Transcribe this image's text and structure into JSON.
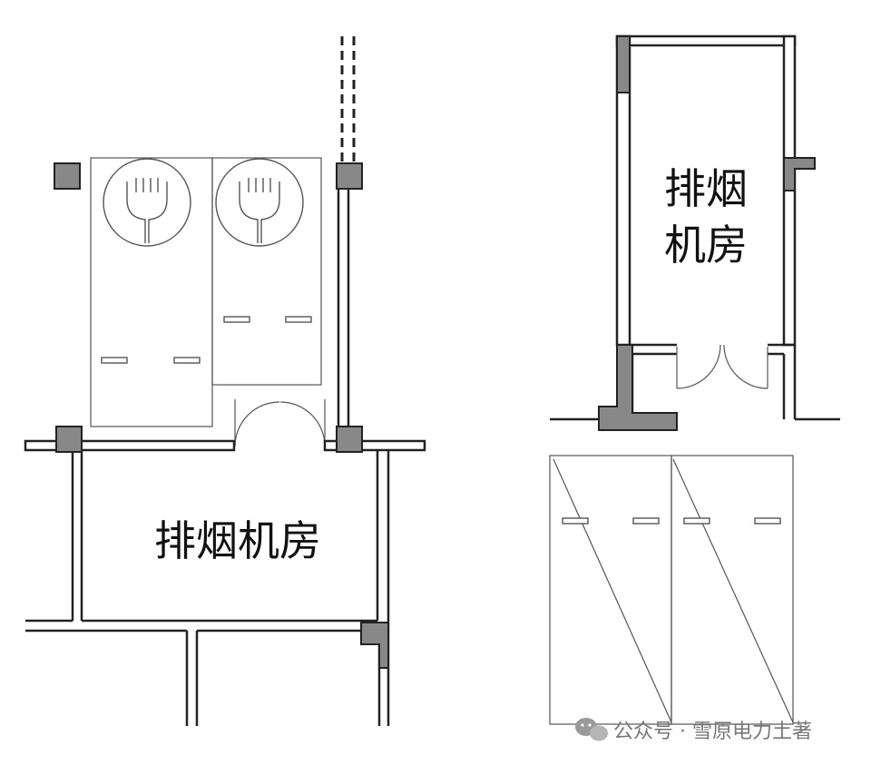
{
  "left_plan": {
    "room_label": "排烟机房"
  },
  "right_plan": {
    "room_label_line1": "排烟",
    "room_label_line2": "机房"
  },
  "watermark": {
    "text": "公众号 · 雪原电力土著",
    "icon": "wechat-icon"
  }
}
